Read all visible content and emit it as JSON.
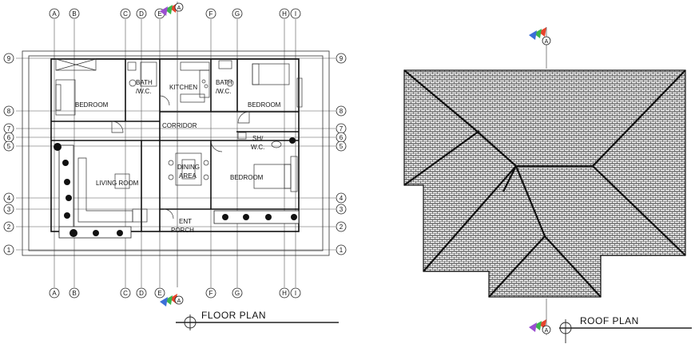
{
  "column_bubbles": [
    "A",
    "B",
    "C",
    "D",
    "E",
    "F",
    "G",
    "H",
    "I"
  ],
  "row_bubbles": [
    "9",
    "8",
    "7",
    "6",
    "5",
    "4",
    "3",
    "2",
    "1"
  ],
  "floor_plan": {
    "title": "FLOOR PLAN",
    "section_marker": "A",
    "rooms": {
      "bedroom_left": "BEDROOM",
      "bath_left_1": "BATH",
      "bath_left_2": "/W.C.",
      "kitchen": "KITCHEN",
      "bath_right_1": "BATH",
      "bath_right_2": "/W.C.",
      "bedroom_right_top": "BEDROOM",
      "corridor": "CORRIDOR",
      "sh_1": "SH/",
      "sh_2": "W.C.",
      "living_room": "LIVING ROOM",
      "dining_1": "DINING",
      "dining_2": "AREA",
      "bedroom_right_bottom": "BEDROOM",
      "ent": "ENT",
      "porch": "PORCH"
    }
  },
  "roof_plan": {
    "title": "ROOF PLAN",
    "section_marker": "A"
  },
  "colors": {
    "line": "#222222",
    "marker_red": "#e8432c",
    "marker_green": "#3cb44b",
    "marker_blue": "#3b6fd8",
    "marker_purple": "#9b4fd1"
  }
}
